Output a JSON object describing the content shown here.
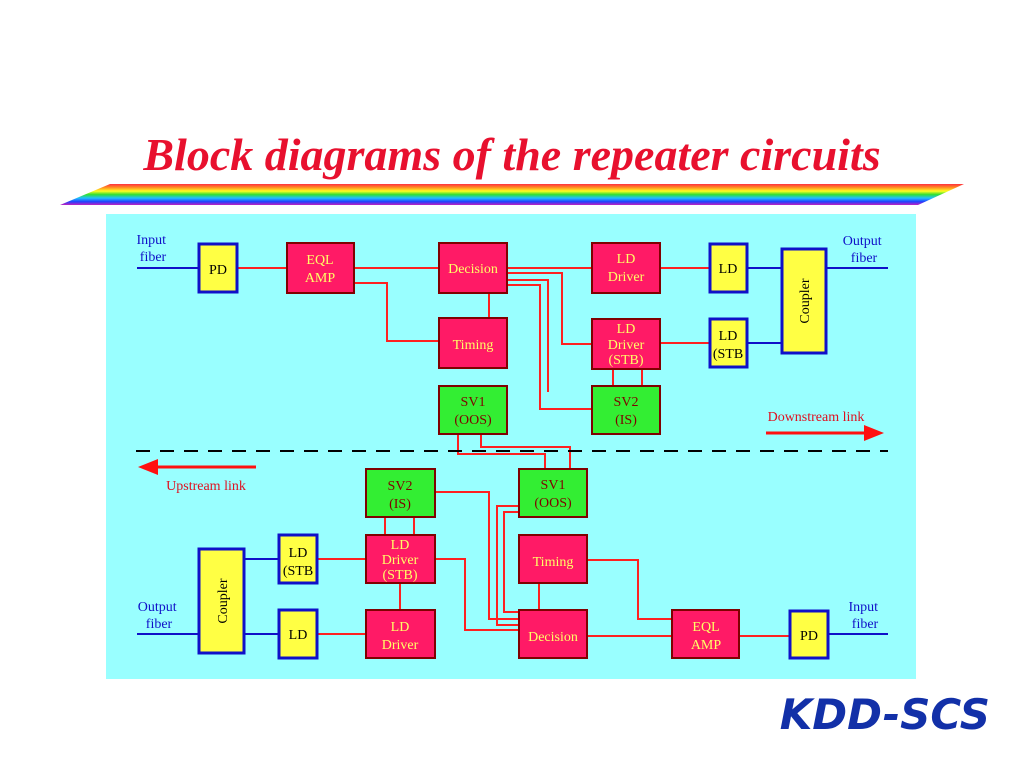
{
  "title": "Block diagrams of the repeater circuits",
  "logo_text": "KDD-SCS",
  "colors": {
    "title": "#e8102e",
    "panel": "#99ffff",
    "red_block": "#ff1a66",
    "green_block": "#33ee33",
    "yellow_block": "#ffff44",
    "fiber": "#1010c8",
    "signal": "#ff2020",
    "logo": "#1230a8"
  },
  "labels": {
    "input_fiber_top": [
      "Input",
      "fiber"
    ],
    "output_fiber_top": [
      "Output",
      "fiber"
    ],
    "output_fiber_bottom": [
      "Output",
      "fiber"
    ],
    "input_fiber_bottom": [
      "Input",
      "fiber"
    ],
    "downstream": "Downstream link",
    "upstream": "Upstream link"
  },
  "blocks": {
    "pd_top": [
      "PD"
    ],
    "eql_amp_top": [
      "EQL",
      "AMP"
    ],
    "decision_top": [
      "Decision"
    ],
    "timing_top": [
      "Timing"
    ],
    "sv1_top": [
      "SV1",
      "(OOS)"
    ],
    "ld_driver_top": [
      "LD",
      "Driver"
    ],
    "ld_driver_stb_top": [
      "LD",
      "Driver",
      "(STB)"
    ],
    "sv2_top": [
      "SV2",
      "(IS)"
    ],
    "ld_top": [
      "LD"
    ],
    "ld_stb_top": [
      "LD",
      "(STB"
    ],
    "coupler_top": [
      "Coupler"
    ],
    "sv2_bottom": [
      "SV2",
      "(IS)"
    ],
    "sv1_bottom": [
      "SV1",
      "(OOS)"
    ],
    "ld_driver_stb_bottom": [
      "LD",
      "Driver",
      "(STB)"
    ],
    "timing_bottom": [
      "Timing"
    ],
    "ld_stb_bottom": [
      "LD",
      "(STB"
    ],
    "coupler_bottom": [
      "Coupler"
    ],
    "ld_bottom": [
      "LD"
    ],
    "ld_driver_bottom": [
      "LD",
      "Driver"
    ],
    "decision_bottom": [
      "Decision"
    ],
    "eql_amp_bottom": [
      "EQL",
      "AMP"
    ],
    "pd_bottom": [
      "PD"
    ]
  }
}
